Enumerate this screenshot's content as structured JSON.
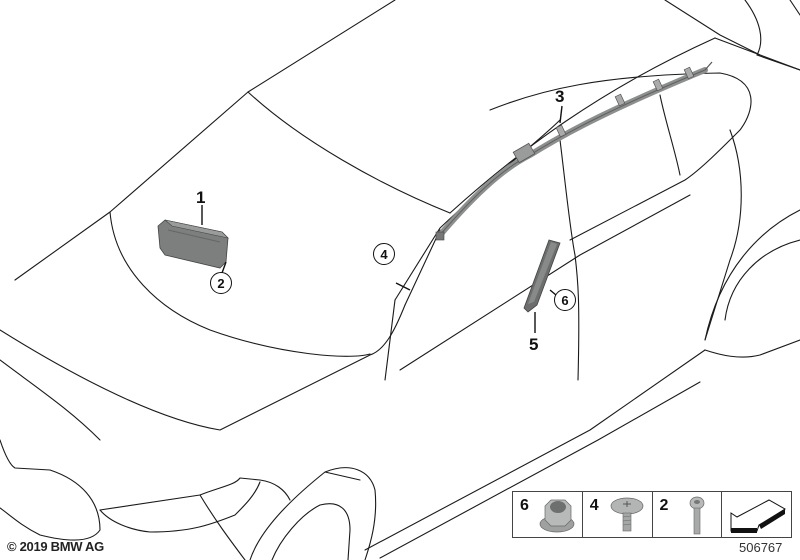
{
  "diagram": {
    "subject": "Car body outline with airbag components",
    "callouts": [
      {
        "id": "1",
        "label": "1",
        "part": "passenger-airbag",
        "style": "plain"
      },
      {
        "id": "2",
        "label": "2",
        "part": "passenger-airbag-screw",
        "style": "circled"
      },
      {
        "id": "3",
        "label": "3",
        "part": "curtain-airbag",
        "style": "plain"
      },
      {
        "id": "4",
        "label": "4",
        "part": "curtain-airbag-screw",
        "style": "circled"
      },
      {
        "id": "5",
        "label": "5",
        "part": "side-airbag",
        "style": "plain"
      },
      {
        "id": "6",
        "label": "6",
        "part": "side-airbag-nut",
        "style": "circled"
      }
    ]
  },
  "legend": {
    "cells": [
      {
        "number": "6",
        "icon": "flange-nut-icon"
      },
      {
        "number": "4",
        "icon": "torx-screw-icon"
      },
      {
        "number": "2",
        "icon": "bolt-icon"
      },
      {
        "number": "",
        "icon": "direction-arrow-icon"
      }
    ]
  },
  "footer": {
    "copyright": "© 2019 BMW AG",
    "drawing_id": "506767"
  },
  "colors": {
    "line": "#1a1a1a",
    "part_fill": "#8a8c8c",
    "part_dark": "#5e6060",
    "background": "#ffffff"
  }
}
